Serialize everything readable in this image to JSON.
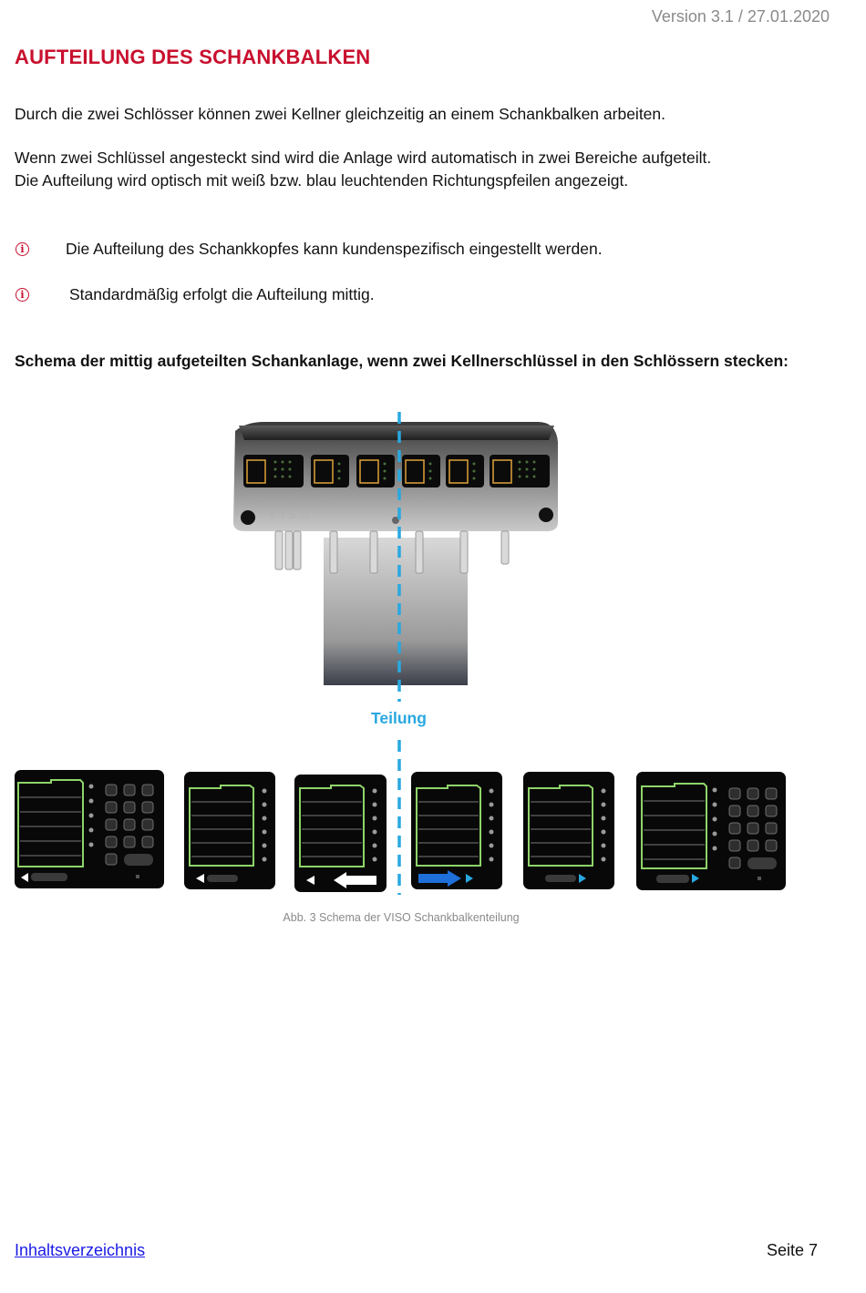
{
  "header": {
    "version": "Version 3.1 / 27.01.2020"
  },
  "title": "AUFTEILUNG DES SCHANKBALKEN",
  "paragraphs": [
    "Durch die zwei Schlösser können zwei Kellner gleichzeitig an einem Schankbalken arbeiten.",
    "Wenn zwei Schlüssel angesteckt sind wird die Anlage wird automatisch in zwei Bereiche aufgeteilt.",
    "Die Aufteilung wird optisch mit weiß bzw. blau leuchtenden Richtungspfeilen angezeigt."
  ],
  "notes": [
    "Die Aufteilung des Schankkopfes kann kundenspezifisch eingestellt werden.",
    "Standardmäßig erfolgt die Aufteilung mittig."
  ],
  "schema_heading": "Schema der mittig aufgeteilten Schankanlage, wenn zwei Kellnerschlüssel in den Schlössern stecken:",
  "figure": {
    "brand": "VISO",
    "divider_label": "Teilung",
    "caption": "Abb. 3 Schema der VISO Schankbalkenteilung",
    "colors": {
      "divider": "#29a8e0",
      "screen_green": "#8fd46a",
      "arrow_blue": "#1e6fd9",
      "arrow_white": "#ffffff"
    }
  },
  "footer": {
    "toc_link": "Inhaltsverzeichnis",
    "page": "Seite 7"
  }
}
